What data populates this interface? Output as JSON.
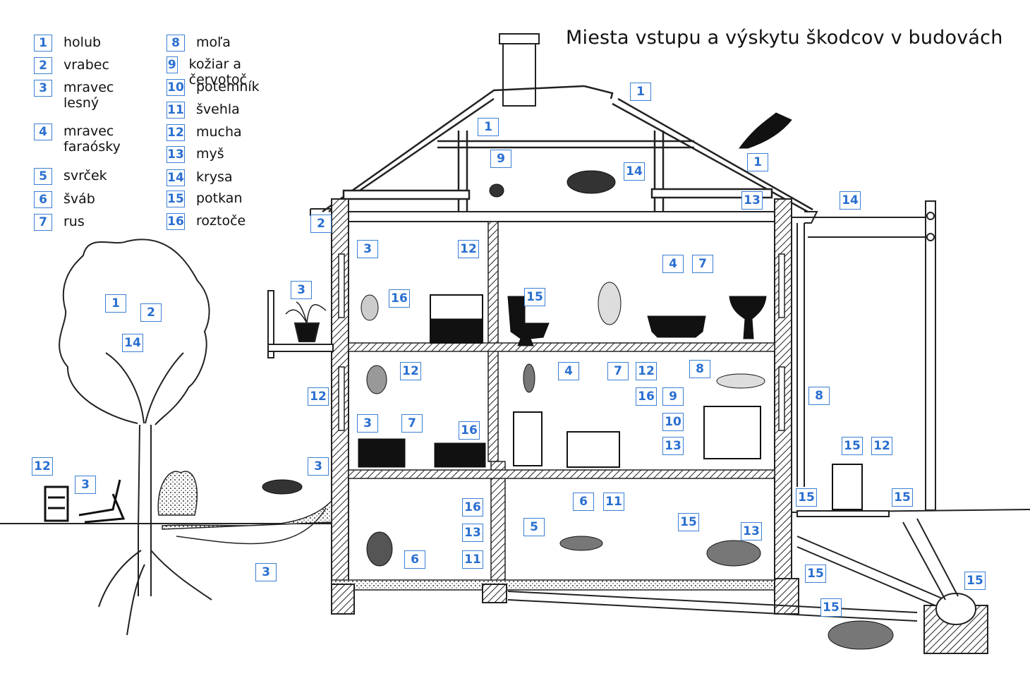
{
  "title": "Miesta vstupu a výskytu škodcov v budovách",
  "legend": [
    {
      "num": "1",
      "label": "holub"
    },
    {
      "num": "2",
      "label": "vrabec"
    },
    {
      "num": "3",
      "label": "mravec\nlesný"
    },
    {
      "num": "4",
      "label": "mravec\nfaraósky"
    },
    {
      "num": "5",
      "label": "svrček"
    },
    {
      "num": "6",
      "label": "šváb"
    },
    {
      "num": "7",
      "label": "rus"
    },
    {
      "num": "8",
      "label": "moľa"
    },
    {
      "num": "9",
      "label": "kožiar a červotoč"
    },
    {
      "num": "10",
      "label": "potemník"
    },
    {
      "num": "11",
      "label": "švehla"
    },
    {
      "num": "12",
      "label": "mucha"
    },
    {
      "num": "13",
      "label": "myš"
    },
    {
      "num": "14",
      "label": "krysa"
    },
    {
      "num": "15",
      "label": "potkan"
    },
    {
      "num": "16",
      "label": "roztoče"
    }
  ],
  "tags": [
    "1",
    "1",
    "1",
    "9",
    "14",
    "13",
    "14",
    "2",
    "3",
    "12",
    "4",
    "7",
    "3",
    "15",
    "16",
    "1",
    "2",
    "14",
    "12",
    "4",
    "7",
    "12",
    "8",
    "12",
    "16",
    "9",
    "3",
    "7",
    "16",
    "10",
    "13",
    "8",
    "15",
    "12",
    "12",
    "3",
    "3",
    "16",
    "6",
    "11",
    "15",
    "15",
    "13",
    "13",
    "5",
    "15",
    "6",
    "11",
    "3",
    "15",
    "15",
    "15"
  ],
  "colors": {
    "tag_border": "#3b7fd4",
    "tag_text": "#2a6fd0"
  }
}
